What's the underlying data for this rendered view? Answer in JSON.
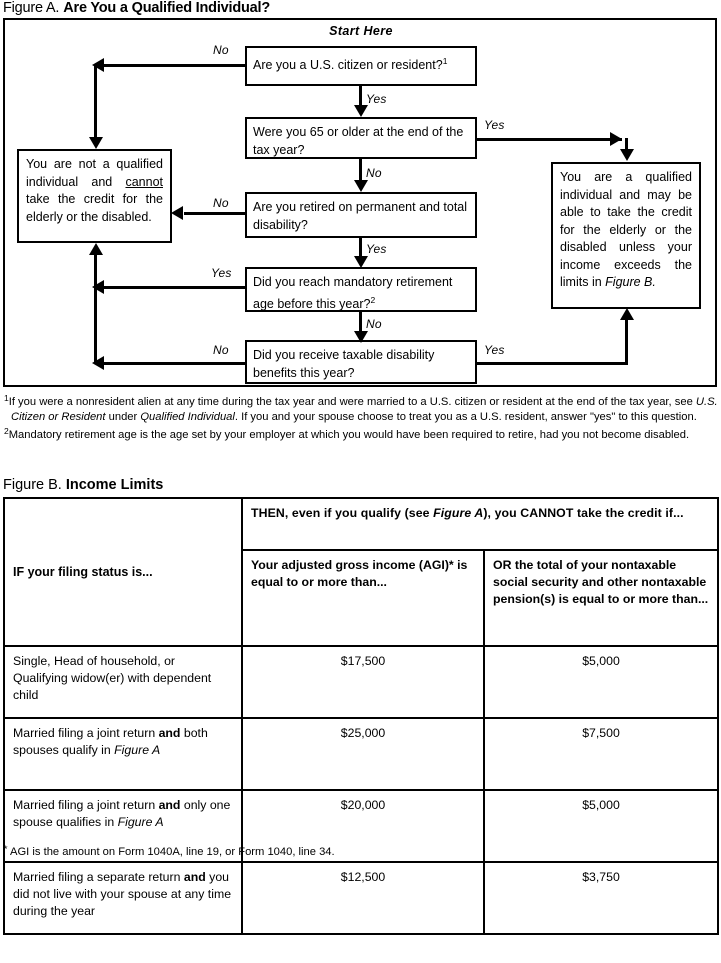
{
  "figure_a": {
    "label": "Figure A.",
    "title": "Are You a Qualified Individual?",
    "start_here": "Start Here",
    "boxes": {
      "q1": "Are you a U.S. citizen or resident?",
      "q1_note": "1",
      "q2": "Were you 65 or older at the end of the tax year?",
      "q3": "Are you retired on permanent and total disability?",
      "q4_a": "Did you reach mandatory retirement age before this year?",
      "q4_note": "2",
      "q5": "Did you receive taxable disability benefits this year?",
      "not_qualified_1": "You are not a qualified individual and ",
      "not_qualified_cannot": "cannot",
      "not_qualified_2": " take the credit for the elderly or the disabled.",
      "qualified_1": "You are a qualified individual and may be able to take the credit for the elderly or the disabled unless your income exceeds the limits in ",
      "qualified_figure": "Figure B."
    },
    "edges": {
      "q1_no": "No",
      "q1_yes": "Yes",
      "q2_yes": "Yes",
      "q2_no": "No",
      "q3_no": "No",
      "q3_yes": "Yes",
      "q4_yes": "Yes",
      "q4_no": "No",
      "q5_no": "No",
      "q5_yes": "Yes"
    },
    "footnotes": {
      "n1_marker": "1",
      "n1_part1": "If you were a nonresident alien at any time during the tax year and were married to a U.S. citizen or resident at the end of the tax year, see ",
      "n1_italic1": "U.S. Citizen or Resident",
      "n1_part2": " under ",
      "n1_italic2": "Qualified Individual",
      "n1_part3": ". If you and your spouse choose to treat you as a U.S. resident, answer \"yes\" to this question.",
      "n2_marker": "2",
      "n2_text": "Mandatory retirement age is the age set by your employer at which you would have been required to retire, had you not become disabled."
    }
  },
  "figure_b": {
    "label": "Figure B.",
    "title": "Income Limits",
    "header_then_1": "THEN, even if you qualify (see ",
    "header_then_italic": "Figure A",
    "header_then_2": "), you CANNOT take the credit if...",
    "header_status": "IF your filing status is...",
    "header_agi": "Your adjusted gross income (AGI)* is equal to or more than...",
    "header_ss": "OR the total of your nontaxable social security and other nontaxable pension(s) is equal to or more than...",
    "rows": [
      {
        "status_plain": "Single, Head of household, or Qualifying widow(er) with dependent child",
        "status_bold": "",
        "status_italic": "",
        "agi": "$17,500",
        "ss": "$5,000"
      },
      {
        "status_pre": "Married filing a joint return ",
        "status_bold": "and",
        "status_post": " both spouses qualify in ",
        "status_italic": "Figure A",
        "agi": "$25,000",
        "ss": "$7,500"
      },
      {
        "status_pre": "Married filing a joint return ",
        "status_bold": "and",
        "status_post": " only one spouse qualifies in ",
        "status_italic": "Figure A",
        "agi": "$20,000",
        "ss": "$5,000"
      },
      {
        "status_pre": "Married filing a separate return ",
        "status_bold": "and",
        "status_post": " you did not live with your spouse at any time during the year",
        "status_italic": "",
        "agi": "$12,500",
        "ss": "$3,750"
      }
    ],
    "footnote_marker": "*",
    "footnote": "AGI is the amount on Form 1040A, line 19, or Form 1040, line 34."
  }
}
